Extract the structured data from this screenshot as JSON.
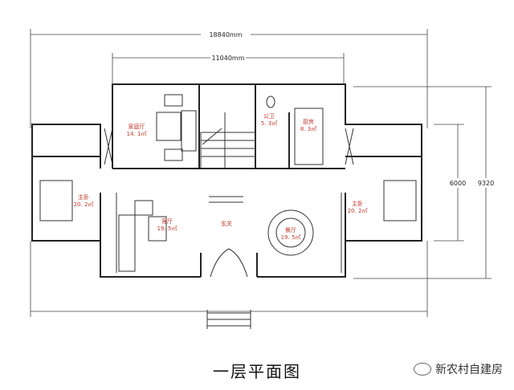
{
  "dimensions": {
    "overall_width": "18840mm",
    "center_width": "11040mm",
    "wing_depth": "6000",
    "overall_depth": "9320"
  },
  "rooms": [
    {
      "name": "家庭厅",
      "area": "14. 1㎡"
    },
    {
      "name": "公卫",
      "area": "5. 3㎡"
    },
    {
      "name": "厨房",
      "area": "8. 3㎡"
    },
    {
      "name": "主卧",
      "area": "20. 2㎡"
    },
    {
      "name": "客厅",
      "area": "19. 5㎡"
    },
    {
      "name": "玄关",
      "area": ""
    },
    {
      "name": "餐厅",
      "area": "19. 5㎡"
    },
    {
      "name": "主卧",
      "area": "20. 2㎡"
    }
  ],
  "title": "一层平面图",
  "watermark": "新农村自建房"
}
